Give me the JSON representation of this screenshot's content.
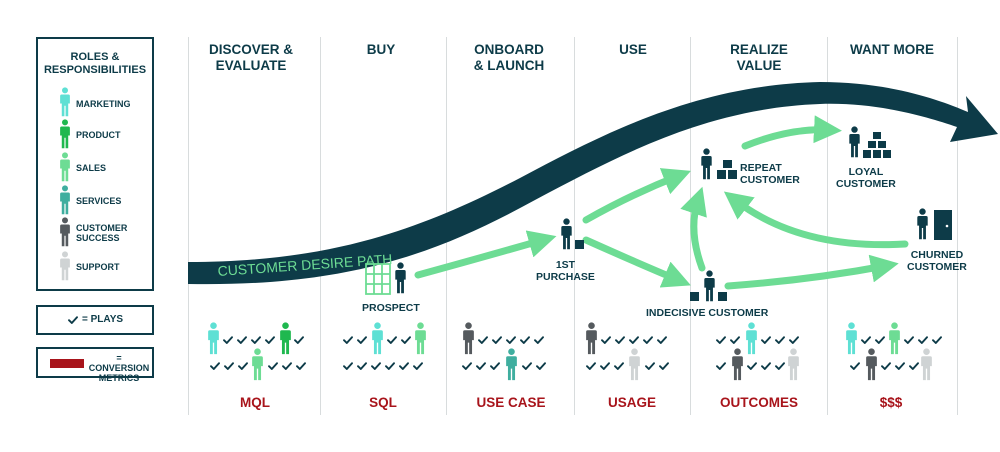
{
  "legend": {
    "title_line1": "ROLES &",
    "title_line2": "RESPONSIBILITIES",
    "roles": [
      {
        "label": "MARKETING",
        "color": "#5ee0d4"
      },
      {
        "label": "PRODUCT",
        "color": "#1fb84f"
      },
      {
        "label": "SALES",
        "color": "#6ddc94"
      },
      {
        "label": "SERVICES",
        "color": "#3fae9f"
      },
      {
        "label": "CUSTOMER SUCCESS",
        "line1": "CUSTOMER",
        "line2": "SUCCESS",
        "color": "#555a5e"
      },
      {
        "label": "SUPPORT",
        "color": "#cfd3d4"
      }
    ],
    "plays_label": "= PLAYS",
    "conversion_line1": "= CONVERSION",
    "conversion_line2": "METRICS",
    "conversion_color": "#a8141b"
  },
  "phases": [
    {
      "line1": "DISCOVER &",
      "line2": "EVALUATE",
      "metric": "MQL"
    },
    {
      "line1": "BUY",
      "line2": "",
      "metric": "SQL"
    },
    {
      "line1": "ONBOARD",
      "line2": "& LAUNCH",
      "metric": "USE CASE"
    },
    {
      "line1": "USE",
      "line2": "",
      "metric": "USAGE"
    },
    {
      "line1": "REALIZE",
      "line2": "VALUE",
      "metric": "OUTCOMES"
    },
    {
      "line1": "WANT MORE",
      "line2": "",
      "metric": "$$$"
    }
  ],
  "desire_path_label": "CUSTOMER DESIRE PATH",
  "nodes": {
    "prospect": "PROSPECT",
    "first_purchase_line1": "1ST",
    "first_purchase_line2": "PURCHASE",
    "repeat_line1": "REPEAT",
    "repeat_line2": "CUSTOMER",
    "indecisive": "INDECISIVE CUSTOMER",
    "loyal_line1": "LOYAL",
    "loyal_line2": "CUSTOMER",
    "churned_line1": "CHURNED",
    "churned_line2": "CUSTOMER"
  },
  "colors": {
    "navy": "#0d3b48",
    "arrow_green": "#6ddc94",
    "metric_red": "#a8141b",
    "divider": "#d8dcdd"
  },
  "icons": {
    "person": "person-icon",
    "check": "check-icon",
    "grid": "grid-icon",
    "box": "box-icon",
    "door": "door-icon"
  }
}
